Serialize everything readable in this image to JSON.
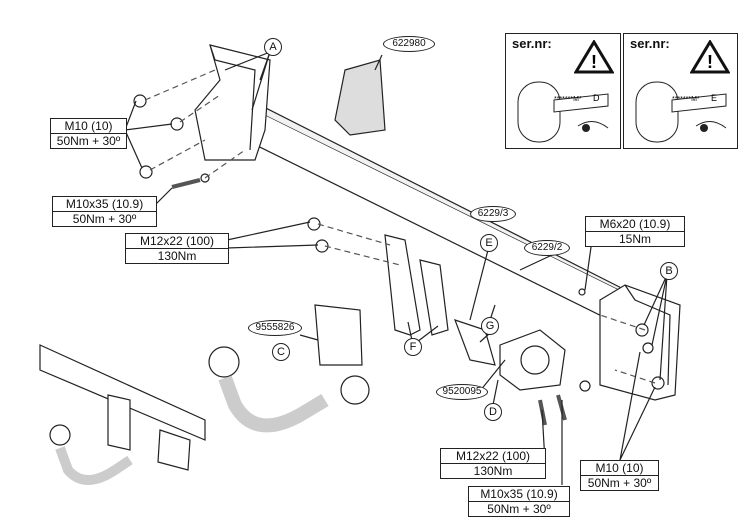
{
  "callouts": {
    "a": "A",
    "b": "B",
    "c": "C",
    "d": "D",
    "e": "E",
    "f": "F",
    "g": "G"
  },
  "part_numbers": {
    "bracket_kit": "622980",
    "crossbar": "6229/2",
    "bracket_left": "6229/3",
    "wiring": "9555826",
    "socket_plate": "9520095"
  },
  "torque_labels": {
    "m10_top": {
      "size": "M10 (10)",
      "torque": "50Nm + 30º"
    },
    "m10x35_top": {
      "size": "M10x35 (10.9)",
      "torque": "50Nm + 30º"
    },
    "m12x22_top": {
      "size": "M12x22 (100)",
      "torque": "130Nm"
    },
    "m6x20": {
      "size": "M6x20 (10.9)",
      "torque": "15Nm"
    },
    "m12x22_bottom": {
      "size": "M12x22 (100)",
      "torque": "130Nm"
    },
    "m10_bottom": {
      "size": "M10 (10)",
      "torque": "50Nm + 30º"
    },
    "m10x35_bottom": {
      "size": "M10x35 (10.9)",
      "torque": "50Nm + 30º"
    }
  },
  "serial_boxes": [
    {
      "label": "ser.nr:",
      "mark": "*******M*",
      "letter": "D"
    },
    {
      "label": "ser.nr:",
      "mark": "*******M*",
      "letter": "E"
    }
  ]
}
